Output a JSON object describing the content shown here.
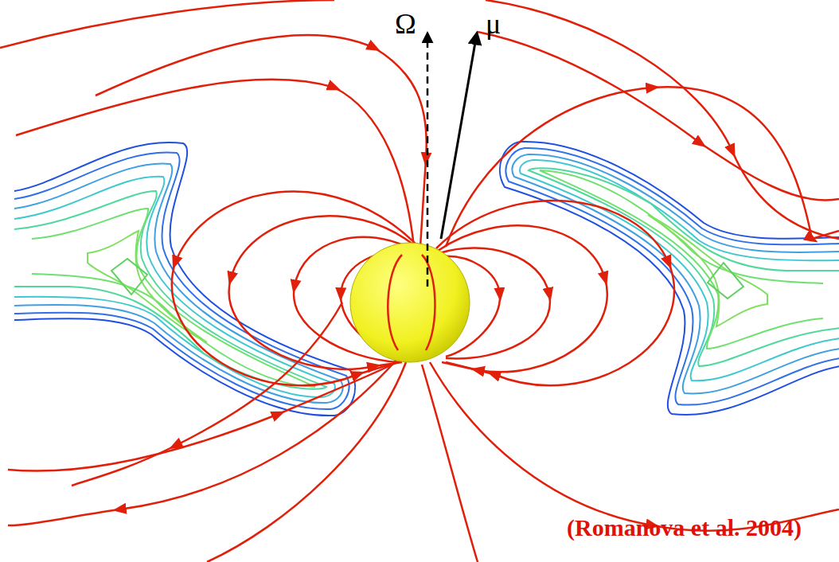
{
  "diagram": {
    "labels": [
      "Ω",
      "μ",
      "(Romanova et al. 2004)"
    ]
  }
}
